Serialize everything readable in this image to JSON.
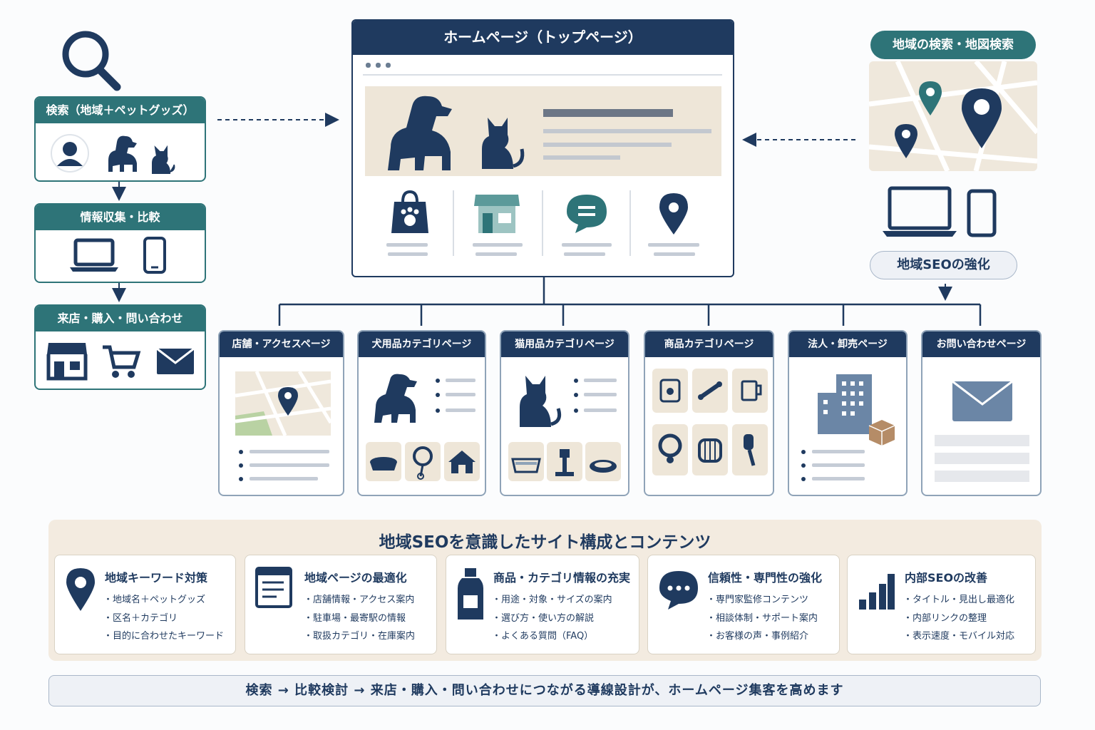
{
  "flow": {
    "step1": "検索（地域＋ペットグッズ）",
    "step2": "情報収集・比較",
    "step3": "来店・購入・問い合わせ"
  },
  "homepage": {
    "title": "ホームページ（トップページ）"
  },
  "map_search": {
    "label": "地域の検索・地図検索",
    "seo_label": "地域SEOの強化"
  },
  "pages": [
    "店舗・アクセスページ",
    "犬用品カテゴリページ",
    "猫用品カテゴリページ",
    "商品カテゴリページ",
    "法人・卸売ページ",
    "お問い合わせページ"
  ],
  "seo": {
    "title": "地域SEOを意識したサイト構成とコンテンツ",
    "cards": [
      {
        "title": "地域キーワード対策",
        "items": [
          "・地域名＋ペットグッズ",
          "・区名＋カテゴリ",
          "・目的に合わせたキーワード"
        ]
      },
      {
        "title": "地域ページの最適化",
        "items": [
          "・店舗情報・アクセス案内",
          "・駐車場・最寄駅の情報",
          "・取扱カテゴリ・在庫案内"
        ]
      },
      {
        "title": "商品・カテゴリ情報の充実",
        "items": [
          "・用途・対象・サイズの案内",
          "・選び方・使い方の解説",
          "・よくある質問（FAQ）"
        ]
      },
      {
        "title": "信頼性・専門性の強化",
        "items": [
          "・専門家監修コンテンツ",
          "・相談体制・サポート案内",
          "・お客様の声・事例紹介"
        ]
      },
      {
        "title": "内部SEOの改善",
        "items": [
          "・タイトル・見出し最適化",
          "・内部リンクの整理",
          "・表示速度・モバイル対応"
        ]
      }
    ]
  },
  "footer": "検索 → 比較検討 → 来店・購入・問い合わせにつながる導線設計が、ホームページ集客を高めます",
  "colors": {
    "navy": "#1f3a5f",
    "teal": "#2e7478",
    "beige": "#eee6d8",
    "slate": "#6b86a6"
  }
}
